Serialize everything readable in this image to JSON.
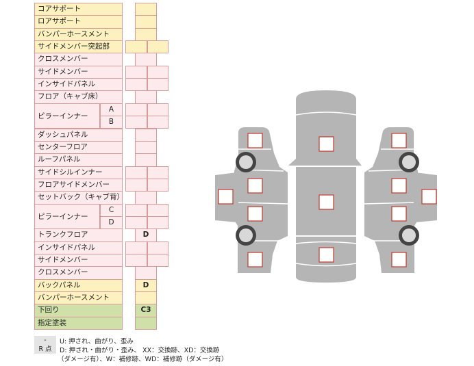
{
  "rows_top": [
    {
      "id": "core-support",
      "label": "コアサポート",
      "tone": "y"
    },
    {
      "id": "lower-support",
      "label": "ロアサポート",
      "tone": "y"
    },
    {
      "id": "bumper-hose-front",
      "label": "バンパーホースメント",
      "tone": "y"
    },
    {
      "id": "side-member-protrusion",
      "label": "サイドメンバー突起部",
      "tone": "y"
    },
    {
      "id": "cross-member-front",
      "label": "クロスメンバー",
      "tone": "p"
    },
    {
      "id": "side-member-front",
      "label": "サイドメンバー",
      "tone": "p"
    },
    {
      "id": "inside-panel-front",
      "label": "インサイドパネル",
      "tone": "p"
    },
    {
      "id": "floor-cab",
      "label": "フロア（キャブ床）",
      "tone": "p"
    }
  ],
  "pillar_a_b": {
    "label": "ピラーインナー",
    "subs": [
      "A",
      "B"
    ]
  },
  "rows_mid": [
    {
      "id": "dash-panel",
      "label": "ダッシュパネル",
      "tone": "p"
    },
    {
      "id": "center-floor",
      "label": "センターフロア",
      "tone": "p"
    },
    {
      "id": "roof-panel",
      "label": "ルーフパネル",
      "tone": "p"
    },
    {
      "id": "side-sill-inner",
      "label": "サイドシルインナー",
      "tone": "p"
    },
    {
      "id": "floor-side-member",
      "label": "フロアサイドメンバー",
      "tone": "p"
    },
    {
      "id": "setback",
      "label": "セットバック（キャブ背）",
      "tone": "p"
    }
  ],
  "pillar_c_d": {
    "label": "ピラーインナー",
    "subs": [
      "C",
      "D"
    ]
  },
  "rows_bottom": [
    {
      "id": "trunk-floor",
      "label": "トランクフロア",
      "tone": "p",
      "mark": "D"
    },
    {
      "id": "inside-panel-rear",
      "label": "インサイドパネル",
      "tone": "p"
    },
    {
      "id": "side-member-rear",
      "label": "サイドメンバー",
      "tone": "p"
    },
    {
      "id": "cross-member-rear",
      "label": "クロスメンバー",
      "tone": "p"
    },
    {
      "id": "back-panel",
      "label": "バックパネル",
      "tone": "y",
      "mark": "D"
    },
    {
      "id": "bumper-hose-rear",
      "label": "バンパーホースメント",
      "tone": "y"
    },
    {
      "id": "underbody",
      "label": "下回り",
      "tone": "g",
      "mark": "C3"
    },
    {
      "id": "designated-paint",
      "label": "指定塗装",
      "tone": "g"
    }
  ],
  "legend": [
    {
      "key": "-",
      "text": "U: 押され、曲がり、歪み"
    },
    {
      "key": "R 点",
      "text": "D: 押され・曲がり・歪み、 XX：交換跡、XD：交換跡"
    },
    {
      "key": "",
      "text": "（ダメージ有）、W：補修跡、WD：補修跡（ダメージ有）"
    }
  ],
  "colors": {
    "yellow": "#fcf1bf",
    "pink": "#fdeaec",
    "green": "#cfe0a8",
    "border": "#d99a9a",
    "car": "#b5b5b5",
    "marker": "#c0392b"
  }
}
